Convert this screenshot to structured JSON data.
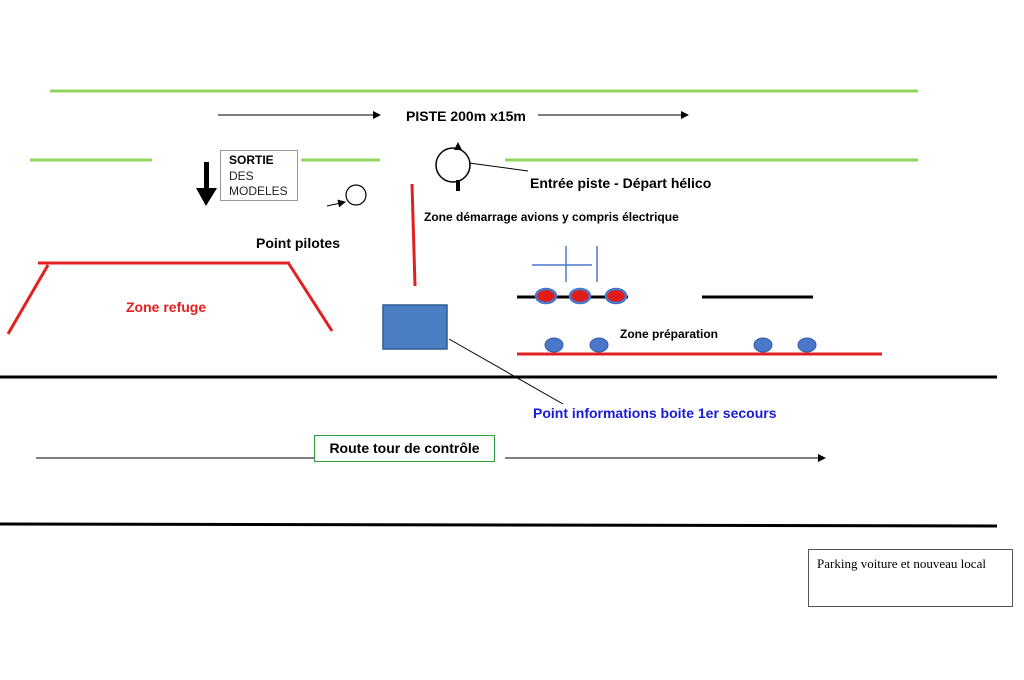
{
  "labels": {
    "piste": "PISTE 200m x15m",
    "sortie_line1": "SORTIE",
    "sortie_line2": "DES",
    "sortie_line3": "MODELES",
    "entree": "Entrée piste - Départ hélico",
    "demarrage": "Zone démarrage avions y compris électrique",
    "pilotes": "Point  pilotes",
    "refuge": "Zone refuge",
    "preparation": "Zone préparation",
    "informations": "Point informations boite 1er secours",
    "route": "Route tour de contrôle",
    "parking": "Parking voiture et nouveau local"
  },
  "colors": {
    "runway_edge": "#8fd45b",
    "zone_red": "#e32020",
    "info_text": "#1a1ad6",
    "marker_blue": "#4a78c8",
    "info_box": "#4a7fc4",
    "road_line": "#000000",
    "route_border": "#2e9e3e"
  }
}
